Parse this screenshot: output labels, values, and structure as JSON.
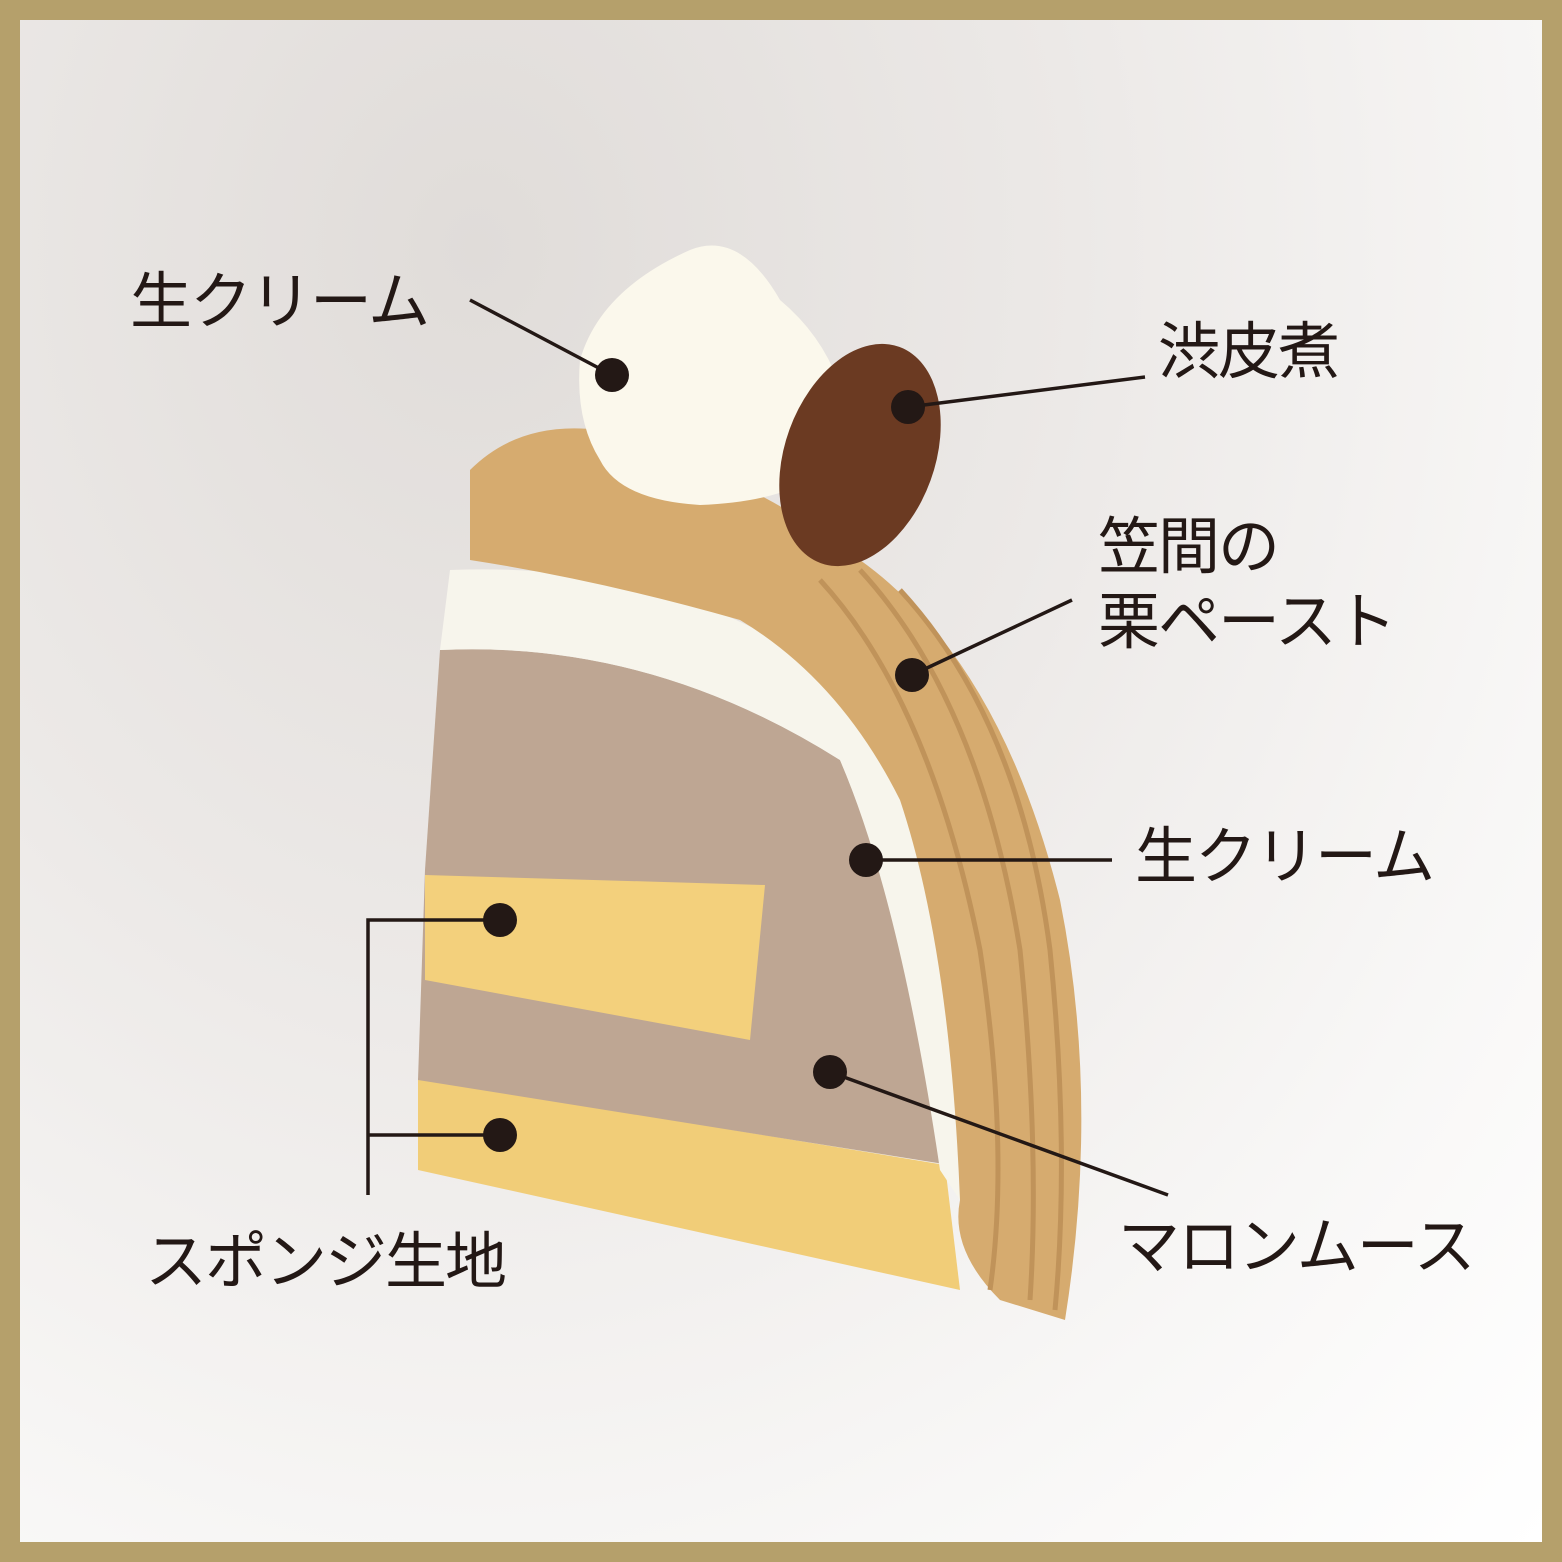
{
  "labels": {
    "top_cream": "生クリーム",
    "shibukawani": "渋皮煮",
    "kasama_line1": "笠間の",
    "kasama_line2": "栗ペースト",
    "mid_cream": "生クリーム",
    "marron_mousse": "マロンムース",
    "sponge": "スポンジ生地"
  },
  "colors": {
    "border": "#b5a06b",
    "ink": "#231815",
    "sponge": "#f3cf7a",
    "mousse": "#bfa796",
    "cream": "#f8f6ee",
    "paste": "#d8ad72",
    "chestnut": "#6b3a22"
  }
}
